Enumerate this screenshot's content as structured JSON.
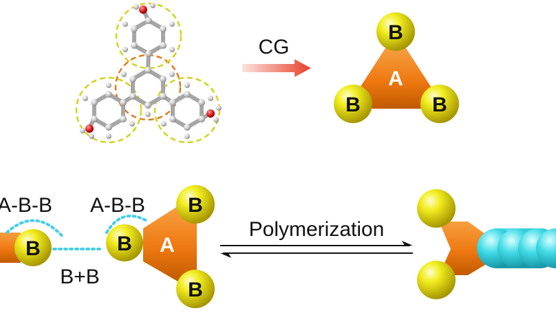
{
  "labels": {
    "cg": "CG",
    "bead_a": "A",
    "bead_b": "B",
    "chain_left": "A-B-B",
    "chain_right": "A-B-B",
    "bond": "B+B",
    "reaction": "Polymerization"
  },
  "colors": {
    "bead_a": "#f07a10",
    "bead_b": "#e2e000",
    "polymer": "#3fd6e0",
    "dashed_core": "#e07b20",
    "dashed_arm": "#d4d21a",
    "arrow": "#e8402a",
    "bond_line": "#46cde8",
    "carbon": "#bdbdbd",
    "oxygen": "#d82020"
  }
}
